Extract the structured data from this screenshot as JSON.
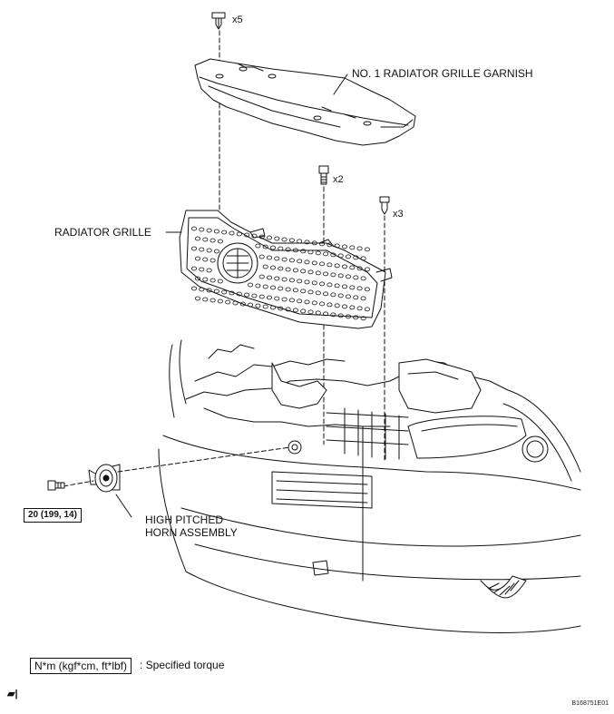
{
  "labels": {
    "garnish": "NO. 1 RADIATOR GRILLE GARNISH",
    "grille": "RADIATOR GRILLE",
    "horn_line1": "HIGH PITCHED",
    "horn_line2": "HORN ASSEMBLY"
  },
  "quantities": {
    "clips_top": "x5",
    "bolts_center": "x2",
    "clips_right": "x3"
  },
  "torque": {
    "value": "20 (199, 14)"
  },
  "legend": {
    "unit": "N*m (kgf*cm, ft*lbf)",
    "desc": ": Specified torque"
  },
  "footer": {
    "code": "B168751E01",
    "corner_glyph": "▰|"
  }
}
